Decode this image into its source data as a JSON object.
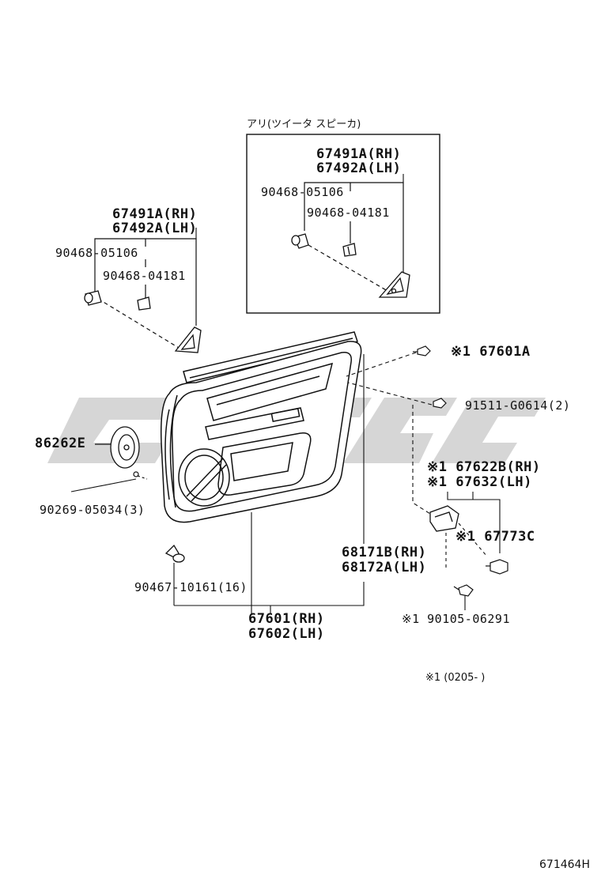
{
  "inset": {
    "title": "アリ(ツイータ スピーカ)",
    "part_rh": "67491A(RH)",
    "part_lh": "67492A(LH)",
    "clip_a": "90468-05106",
    "clip_b": "90468-04181"
  },
  "tweeter_cover": {
    "part_rh": "67491A(RH)",
    "part_lh": "67492A(LH)",
    "clip_a": "90468-05106",
    "clip_b": "90468-04181"
  },
  "labels": {
    "screw_top": "※1 67601A",
    "screw_right": "91511-G0614(2)",
    "speaker": "86262E",
    "speaker_screw": "90269-05034(3)",
    "handle_rh": "※1 67622B(RH)",
    "handle_lh": "※1 67632(LH)",
    "cap": "※1 67773C",
    "bolt": "※1 90105-06291",
    "clip_panel": "90467-10161(16)",
    "pocket_rh": "68171B(RH)",
    "pocket_lh": "68172A(LH)",
    "panel_rh": "67601(RH)",
    "panel_lh": "67602(LH)"
  },
  "footnote": "※1 (0205-      )",
  "figure_code": "671464H",
  "watermark_color": "#cfcfcf"
}
